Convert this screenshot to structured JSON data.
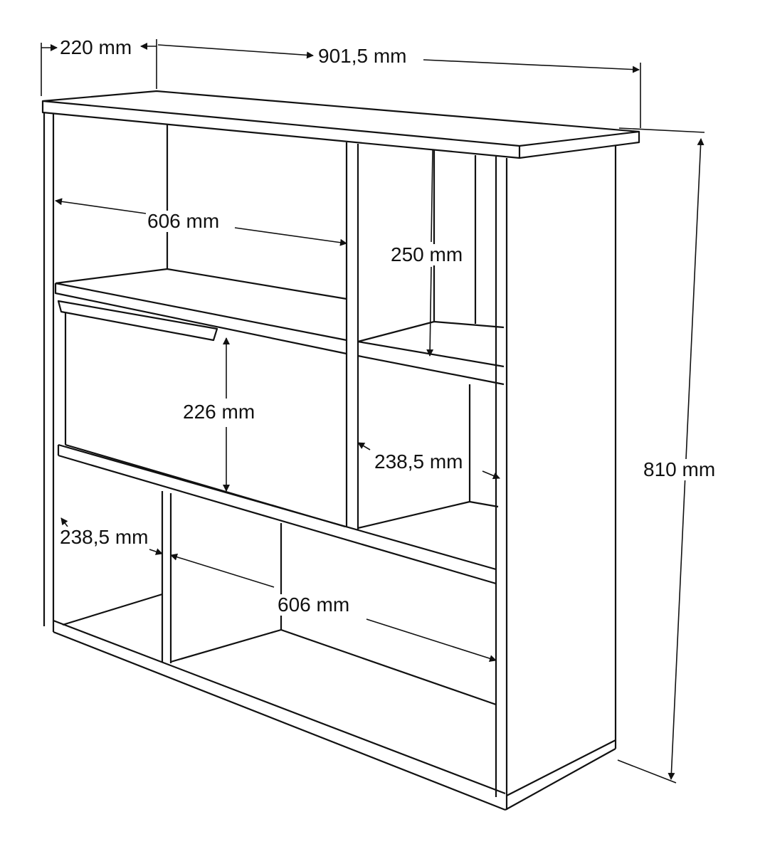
{
  "dimensions": {
    "depth": "220 mm",
    "width": "901,5 mm",
    "height": "810 mm",
    "upper_left_width": "606 mm",
    "upper_right_height": "250 mm",
    "flap_height": "226 mm",
    "middle_right_width": "238,5 mm",
    "lower_left_width": "238,5 mm",
    "lower_right_width": "606 mm"
  },
  "colors": {
    "line": "#111111",
    "background": "#ffffff"
  }
}
